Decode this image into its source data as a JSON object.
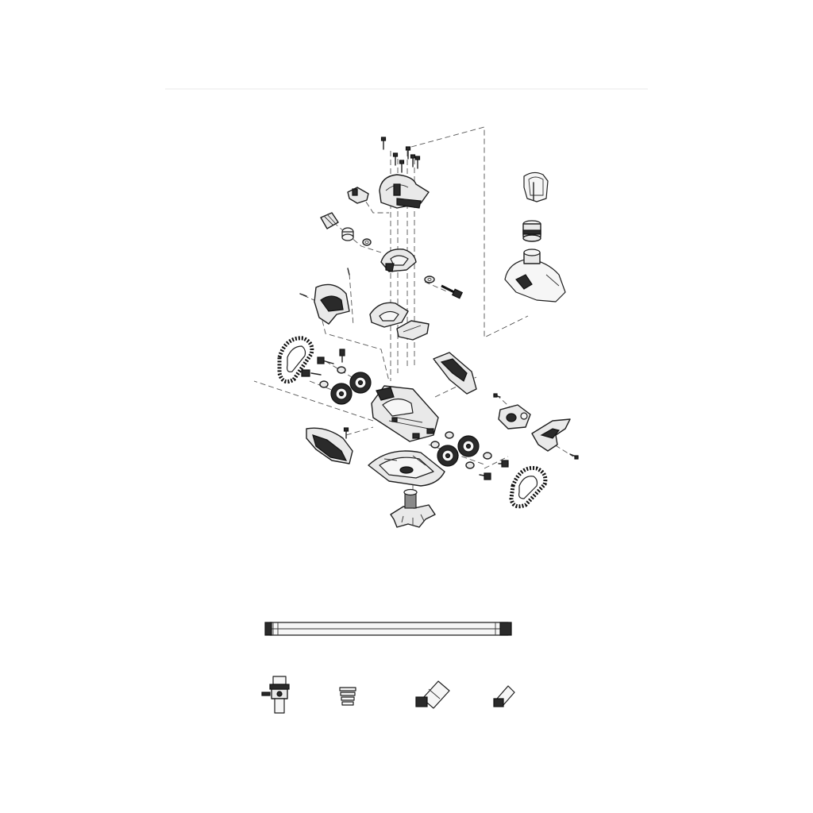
{
  "figure": {
    "kind": "exploded-parts-view",
    "colors": {
      "background": "#ffffff",
      "line": "#222222",
      "fill": "#e9e9e9",
      "dark": "#2a2a2a",
      "separator": "#eeeeee"
    },
    "parts": [
      "screw",
      "top-cover",
      "small-clip",
      "nozzle-fitting",
      "bushing",
      "washer",
      "turbine-housing-upper",
      "bolt",
      "side-cover-left",
      "turbine-housing-lower",
      "deflector-blade",
      "track-belt-left",
      "wheel",
      "axle-pin",
      "chassis-body",
      "side-cover-right",
      "hose-clip",
      "swivel-connector",
      "float-head",
      "valve-block",
      "wing-deflector",
      "front-cover",
      "bottom-plate",
      "track-belt-right",
      "foot-pad-flower",
      "hose-section",
      "hose-adapter-valve",
      "ribbed-cone-adapter",
      "elbow-45-large",
      "elbow-45-small"
    ]
  }
}
